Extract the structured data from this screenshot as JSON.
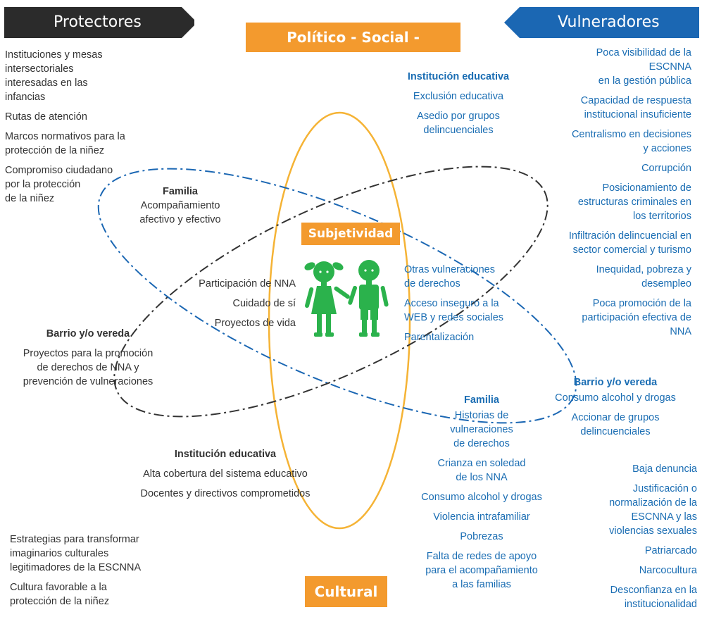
{
  "header": {
    "protectors_label": "Protectores",
    "violators_label": "Vulneradores",
    "top_dimension_label": "Político - Social - Económico",
    "bottom_dimension_label": "Cultural"
  },
  "center": {
    "subjectivity_label": "Subjetividad",
    "protective_items": [
      "Participación de NNA",
      "Cuidado de sí",
      "Proyectos de vida"
    ],
    "risk_items": [
      "Otras vulneraciones\nde derechos",
      "Acceso inseguro a la\nWEB y redes sociales",
      "Parentalización"
    ]
  },
  "left_protective_factors": [
    "Instituciones y mesas\nintersectoriales\ninteresadas en las\ninfancias",
    "Rutas de atención",
    "Marcos normativos para la\nprotección de la niñez",
    "Compromiso ciudadano\npor la protección\nde la niñez"
  ],
  "left_cultural_factors": [
    "Estrategias para transformar\nimaginarios culturales\nlegitimadores de la ESCNNA",
    "Cultura favorable a la\nprotección de la niñez"
  ],
  "family_protective": {
    "title": "Familia",
    "text": "Acompañamiento\nafectivo y efectivo"
  },
  "neighborhood_protective": {
    "title": "Barrio y/o vereda",
    "text": "Proyectos para la promoción\nde derechos de NNA y\nprevención de vulneraciones"
  },
  "school_protective": {
    "title": "Institución educativa",
    "items": [
      "Alta cobertura del sistema educativo",
      "Docentes y directivos comprometidos"
    ]
  },
  "school_risk": {
    "title": "Institución educativa",
    "items": [
      "Exclusión educativa",
      "Asedio por grupos\ndelincuenciales"
    ]
  },
  "neighborhood_risk": {
    "title": "Barrio y/o vereda",
    "items": [
      "Consumo alcohol y drogas",
      "Accionar de grupos\ndelincuenciales"
    ]
  },
  "family_risk": {
    "title": "Familia",
    "items": [
      "Historias de\nvulneraciones\nde derechos",
      "Crianza en soledad\nde los NNA",
      "Consumo alcohol y drogas",
      "Violencia intrafamiliar",
      "Pobrezas",
      "Falta de redes de apoyo\npara el acompañamiento\na las familias"
    ]
  },
  "right_risk_factors": [
    "Poca visibilidad de la\nESCNNA\nen la gestión pública",
    "Capacidad de respuesta\ninstitucional insuficiente",
    "Centralismo en decisiones\ny acciones",
    "Corrupción",
    "Posicionamiento de\nestructuras criminales en\nlos territorios",
    "Infiltración delincuencial en\nsector comercial y turismo",
    "Inequidad, pobreza y\ndesempleo",
    "Poca promoción de la\nparticipación efectiva de\nNNA"
  ],
  "right_cultural_risk_factors": [
    "Baja denuncia",
    "Justificación o\nnormalización de la\nESCNNA y las\nviolencias sexuales",
    "Patriarcado",
    "Narcocultura",
    "Desconfianza en la\ninstitucionalidad"
  ],
  "colors": {
    "arrow_protectors": "#2b2b2b",
    "arrow_violators": "#1b67b3",
    "orange": "#f39a2e",
    "green": "#2bb24c",
    "blue_text": "#1a6db3"
  }
}
